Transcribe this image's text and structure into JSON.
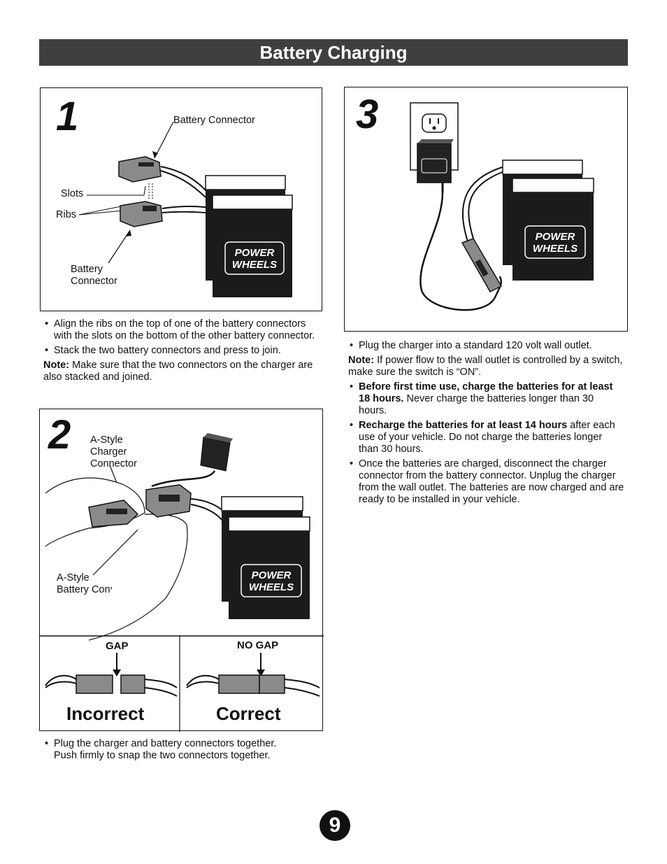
{
  "header": {
    "title": "Battery Charging"
  },
  "step1": {
    "number": "1",
    "labels": {
      "battery_connector_top": "Battery Connector",
      "slots": "Slots",
      "ribs": "Ribs",
      "battery_connector_bottom_1": "Battery",
      "battery_connector_bottom_2": "Connector"
    },
    "bullets": [
      "Align the ribs on the top of one of the battery connectors with the slots on the bottom of the other battery connector.",
      "Stack the two battery connectors and press to join."
    ],
    "note_label": "Note:",
    "note_text": " Make sure that the two connectors on the charger are also stacked and joined."
  },
  "step2": {
    "number": "2",
    "labels": {
      "charger_connector_1": "A-Style",
      "charger_connector_2": "Charger",
      "charger_connector_3": "Connector",
      "battery_connector_1": "A-Style",
      "battery_connector_2": "Battery Connector"
    },
    "gap_label": "GAP",
    "no_gap_label": "NO GAP",
    "incorrect_label": "Incorrect",
    "correct_label": "Correct",
    "bullets": [
      "Plug the charger and battery connectors together.",
      "Push firmly to snap the two connectors together."
    ]
  },
  "step3": {
    "number": "3",
    "bullet1": "Plug the charger into a standard 120 volt wall outlet.",
    "note_label": "Note:",
    "note_text": " If power flow to the wall outlet is controlled by a switch, make sure the switch is “ON”.",
    "bullet2_bold": "Before first time use, charge the batteries for at least 18 hours.",
    "bullet2_rest": " Never charge the batteries longer than 30 hours.",
    "bullet3_bold": "Recharge the batteries for at least 14 hours",
    "bullet3_rest": " after each use of your vehicle. Do not charge the batteries longer than 30 hours.",
    "bullet4": "Once the batteries are charged, disconnect the charger connector from the battery connector. Unplug the charger from the wall outlet. The batteries are now charged and are ready to be installed in your vehicle."
  },
  "brand": {
    "logo_line1": "POWER",
    "logo_line2": "WHEELS"
  },
  "page": {
    "number": "9"
  }
}
